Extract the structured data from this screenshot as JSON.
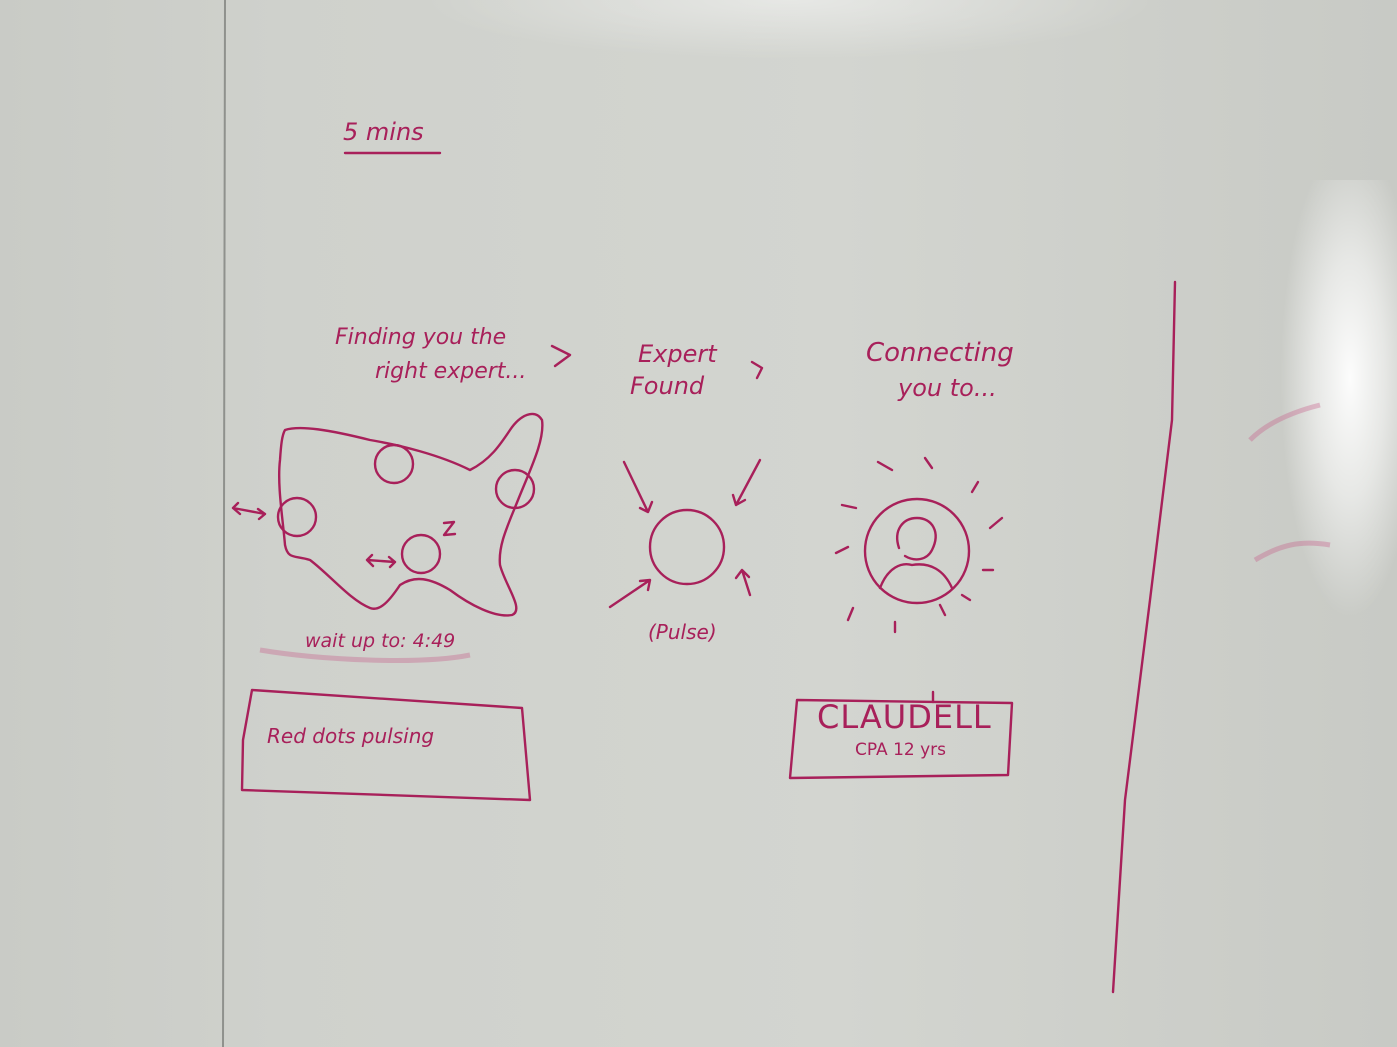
{
  "photo": {
    "subject": "whiteboard sketch",
    "ink_color": "#a8205a",
    "board_color": "#d1d3ce",
    "frame_color": "#9a9c98"
  },
  "text": {
    "duration": "5 mins",
    "screen1_line1": "Finding you the",
    "screen1_line2": "right expert...",
    "screen2_line1": "Expert",
    "screen2_line2": "Found",
    "screen3_line1": "Connecting",
    "screen3_line2": "you to...",
    "wait_label": "wait up to: 4:49",
    "pulse_label": "(Pulse)",
    "note_box": "Red dots pulsing",
    "expert_name": "CLAUDELL",
    "expert_detail": "CPA 12 yrs"
  }
}
